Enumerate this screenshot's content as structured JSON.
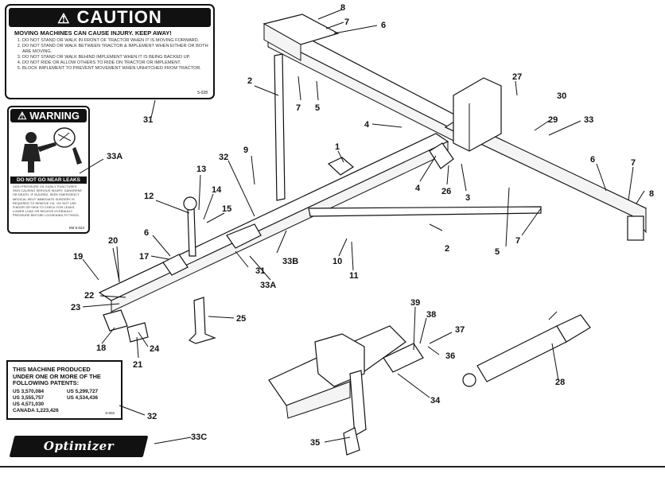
{
  "caution_decal": {
    "header": "CAUTION",
    "subheader": "MOVING MACHINES CAN CAUSE INJURY.   KEEP AWAY!",
    "items": [
      "DO NOT STAND OR WALK IN FRONT OF TRACTOR WHEN IT IS MOVING FORWARD.",
      "DO NOT STAND OR WALK BETWEEN TRACTOR & IMPLEMENT WHEN EITHER OR BOTH ARE MOVING.",
      "DO NOT STAND OR WALK BEHIND IMPLEMENT WHEN IT IS BEING BACKED UP.",
      "DO NOT RIDE OR ALLOW OTHERS TO RIDE ON TRACTOR OR IMPLEMENT.",
      "BLOCK IMPLEMENT TO PREVENT MOVEMENT WHEN UNHITCHED FROM TRACTOR."
    ],
    "code": "5-028"
  },
  "warning_decal": {
    "header": "WARNING",
    "lead": "DO NOT GO NEAR LEAKS",
    "body": "HIGH PRESSURE OIL EASILY PUNCTURES SKIN CAUSING SERIOUS INJURY, GANGRENE OR DEATH. IF INJURED, SEEK EMERGENCY MEDICAL HELP. IMMEDIATE SURGERY IS REQUIRED TO REMOVE OIL. DO NOT USE FINGER OR SKIN TO CHECK FOR LEAKS. LOWER LOAD OR RELIEVE HYDRAULIC PRESSURE BEFORE LOOSENING FITTINGS.",
    "code": "SM 5-024"
  },
  "patent_decal": {
    "title_lines": [
      "THIS MACHINE PRODUCED",
      "UNDER ONE OR MORE OF THE",
      "FOLLOWING PATENTS:"
    ],
    "patents": [
      "US 3,570,084",
      "US 5,299,727",
      "US 3,555,757",
      "US 4,534,436",
      "US 4,571,030"
    ],
    "canada": "CANADA 1,223,426",
    "code": "5-002"
  },
  "brand_decal": "Optimizer",
  "callouts": [
    {
      "id": "c8a",
      "text": "8"
    },
    {
      "id": "c7a",
      "text": "7"
    },
    {
      "id": "c6a",
      "text": "6"
    },
    {
      "id": "c2a",
      "text": "2"
    },
    {
      "id": "c7b",
      "text": "7"
    },
    {
      "id": "c5a",
      "text": "5"
    },
    {
      "id": "c27",
      "text": "27"
    },
    {
      "id": "c30",
      "text": "30"
    },
    {
      "id": "c31a",
      "text": "31"
    },
    {
      "id": "c4a",
      "text": "4"
    },
    {
      "id": "c29",
      "text": "29"
    },
    {
      "id": "c33",
      "text": "33"
    },
    {
      "id": "c1",
      "text": "1"
    },
    {
      "id": "c9",
      "text": "9"
    },
    {
      "id": "c33a1",
      "text": "33A"
    },
    {
      "id": "c32a",
      "text": "32"
    },
    {
      "id": "c13",
      "text": "13"
    },
    {
      "id": "c4b",
      "text": "4"
    },
    {
      "id": "c26",
      "text": "26"
    },
    {
      "id": "c3",
      "text": "3"
    },
    {
      "id": "c6b",
      "text": "6"
    },
    {
      "id": "c7c",
      "text": "7"
    },
    {
      "id": "c8b",
      "text": "8"
    },
    {
      "id": "c14",
      "text": "14"
    },
    {
      "id": "c12",
      "text": "12"
    },
    {
      "id": "c15",
      "text": "15"
    },
    {
      "id": "c2b",
      "text": "2"
    },
    {
      "id": "c7d",
      "text": "7"
    },
    {
      "id": "c5b",
      "text": "5"
    },
    {
      "id": "c6c",
      "text": "6"
    },
    {
      "id": "c20",
      "text": "20"
    },
    {
      "id": "c33b",
      "text": "33B"
    },
    {
      "id": "c10",
      "text": "10"
    },
    {
      "id": "c17",
      "text": "17"
    },
    {
      "id": "c31b",
      "text": "31"
    },
    {
      "id": "c19",
      "text": "19"
    },
    {
      "id": "c11",
      "text": "11"
    },
    {
      "id": "c33a2",
      "text": "33A"
    },
    {
      "id": "c22",
      "text": "22"
    },
    {
      "id": "c23",
      "text": "23"
    },
    {
      "id": "c39",
      "text": "39"
    },
    {
      "id": "c38",
      "text": "38"
    },
    {
      "id": "c25",
      "text": "25"
    },
    {
      "id": "c37",
      "text": "37"
    },
    {
      "id": "c18",
      "text": "18"
    },
    {
      "id": "c24",
      "text": "24"
    },
    {
      "id": "c36",
      "text": "36"
    },
    {
      "id": "c21",
      "text": "21"
    },
    {
      "id": "c28",
      "text": "28"
    },
    {
      "id": "c34",
      "text": "34"
    },
    {
      "id": "c32b",
      "text": "32"
    },
    {
      "id": "c33c",
      "text": "33C"
    },
    {
      "id": "c35",
      "text": "35"
    }
  ]
}
